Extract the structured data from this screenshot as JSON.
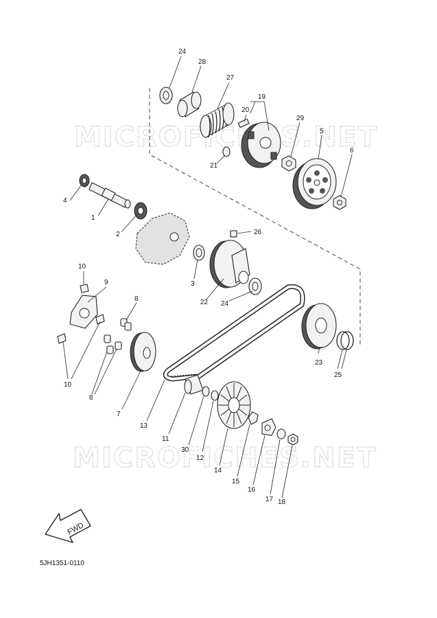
{
  "watermark": [
    "MICROFICHES.NET",
    "MICROFICHES.NET"
  ],
  "diagram_code": "5JH1351-0110",
  "fwd_label": "FWD",
  "parts": [
    "1",
    "2",
    "3",
    "4",
    "5",
    "6",
    "7",
    "8",
    "9",
    "10",
    "11",
    "12",
    "13",
    "14",
    "15",
    "16",
    "17",
    "18",
    "19",
    "20",
    "21",
    "22",
    "23",
    "24",
    "25",
    "26",
    "27",
    "28",
    "29",
    "30"
  ],
  "callouts": [
    {
      "n": "24"
    },
    {
      "n": "28"
    },
    {
      "n": "27"
    },
    {
      "n": "19"
    },
    {
      "n": "20"
    },
    {
      "n": "29"
    },
    {
      "n": "5"
    },
    {
      "n": "6"
    },
    {
      "n": "21"
    },
    {
      "n": "4"
    },
    {
      "n": "1"
    },
    {
      "n": "2"
    },
    {
      "n": "26"
    },
    {
      "n": "3"
    },
    {
      "n": "22"
    },
    {
      "n": "24"
    },
    {
      "n": "10"
    },
    {
      "n": "9"
    },
    {
      "n": "8"
    },
    {
      "n": "10"
    },
    {
      "n": "8"
    },
    {
      "n": "7"
    },
    {
      "n": "13"
    },
    {
      "n": "11"
    },
    {
      "n": "30"
    },
    {
      "n": "12"
    },
    {
      "n": "14"
    },
    {
      "n": "15"
    },
    {
      "n": "16"
    },
    {
      "n": "17"
    },
    {
      "n": "18"
    },
    {
      "n": "23"
    },
    {
      "n": "25"
    }
  ]
}
